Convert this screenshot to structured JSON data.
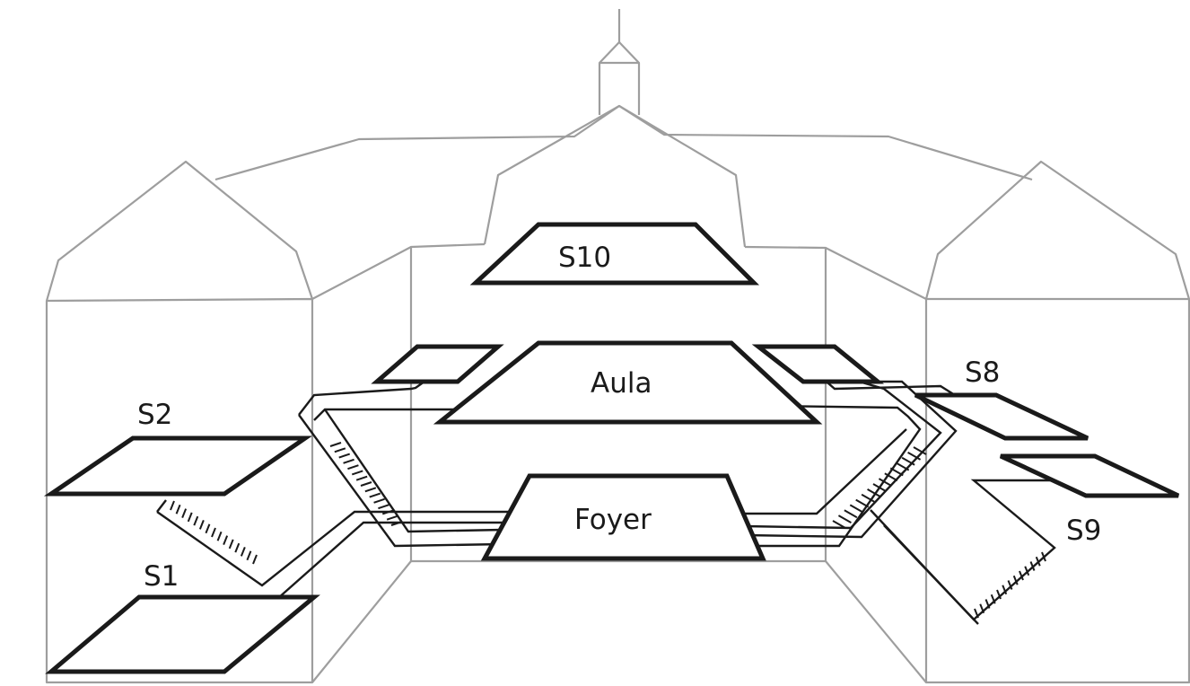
{
  "labels": {
    "s10": "S10",
    "aula": "Aula",
    "foyer": "Foyer",
    "s1": "S1",
    "s2": "S2",
    "s8": "S8",
    "s9": "S9"
  },
  "colors": {
    "outline": "#9e9e9e",
    "zones": "#1a1a1a",
    "background": "#ffffff"
  }
}
